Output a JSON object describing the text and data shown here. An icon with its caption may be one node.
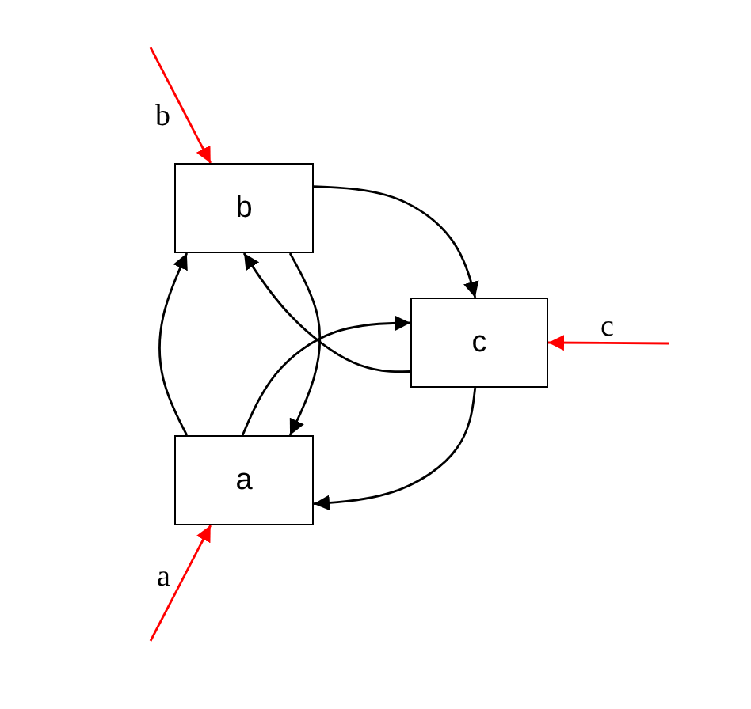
{
  "diagram": {
    "nodes": [
      {
        "text": [
          "b"
        ]
      },
      {
        "text": [
          "c"
        ]
      },
      {
        "text": [
          "a"
        ]
      }
    ],
    "edges": [
      {
        "from": null,
        "to": 0,
        "arrow": "to",
        "label": "b",
        "color": "#ff0000"
      },
      {
        "from": null,
        "to": 1,
        "arrow": "to",
        "label": "c",
        "color": "#ff0000"
      },
      {
        "from": null,
        "to": 2,
        "arrow": "to",
        "label": "a",
        "color": "#ff0000"
      },
      {
        "from": 0,
        "to": 1,
        "arrow": "to"
      },
      {
        "from": 1,
        "to": 0,
        "arrow": "to"
      },
      {
        "from": 0,
        "to": 2,
        "arrow": "to"
      },
      {
        "from": 2,
        "to": 0,
        "arrow": "to"
      },
      {
        "from": 2,
        "to": 1,
        "arrow": "to"
      },
      {
        "from": 1,
        "to": 2,
        "arrow": "to"
      }
    ]
  }
}
